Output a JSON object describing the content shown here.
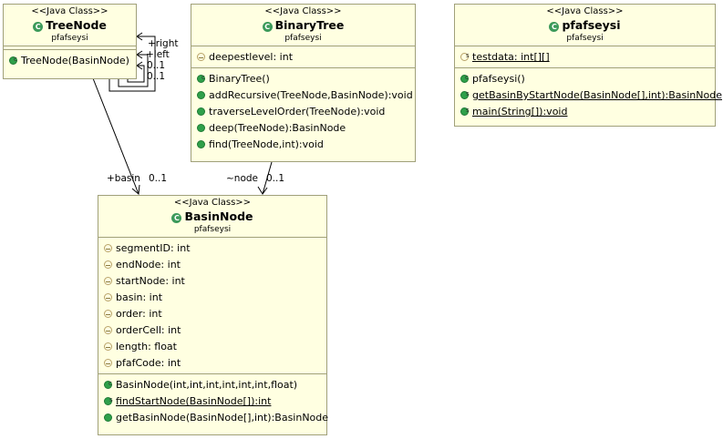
{
  "classes": {
    "treenode": {
      "stereotype": "<<Java Class>>",
      "name": "TreeNode",
      "package": "pfafseysi",
      "methods": [
        "TreeNode(BasinNode)"
      ]
    },
    "binarytree": {
      "stereotype": "<<Java Class>>",
      "name": "BinaryTree",
      "package": "pfafseysi",
      "fields": [
        "deepestlevel: int"
      ],
      "methods": [
        "BinaryTree()",
        "addRecursive(TreeNode,BasinNode):void",
        "traverseLevelOrder(TreeNode):void",
        "deep(TreeNode):BasinNode",
        "find(TreeNode,int):void"
      ]
    },
    "pfafseysi": {
      "stereotype": "<<Java Class>>",
      "name": "pfafseysi",
      "package": "pfafseysi",
      "fields": [
        "testdata: int[][]"
      ],
      "methods": [
        "pfafseysi()",
        "getBasinByStartNode(BasinNode[],int):BasinNode",
        "main(String[]):void"
      ]
    },
    "basinnode": {
      "stereotype": "<<Java Class>>",
      "name": "BasinNode",
      "package": "pfafseysi",
      "fields": [
        "segmentID: int",
        "endNode: int",
        "startNode: int",
        "basin: int",
        "order: int",
        "orderCell: int",
        "length: float",
        "pfafCode: int"
      ],
      "methods": [
        "BasinNode(int,int,int,int,int,int,float)",
        "findStartNode(BasinNode[]):int",
        "getBasinNode(BasinNode[],int):BasinNode"
      ]
    }
  },
  "edges": {
    "right_role": "+right",
    "right_mult": "0..1",
    "left_role": "+left",
    "left_mult": "0..1",
    "basin_role": "+basin",
    "basin_mult": "0..1",
    "node_role": "~node",
    "node_mult": "0..1"
  },
  "icon_names": {
    "class": "class-icon",
    "field_package": "package-field-icon",
    "method_public": "public-method-icon",
    "constructor": "constructor-icon",
    "static": "static-icon"
  },
  "colors": {
    "box_fill": "#ffffe1",
    "box_border": "#a0a07a",
    "class_icon": "#3c9a5a"
  }
}
